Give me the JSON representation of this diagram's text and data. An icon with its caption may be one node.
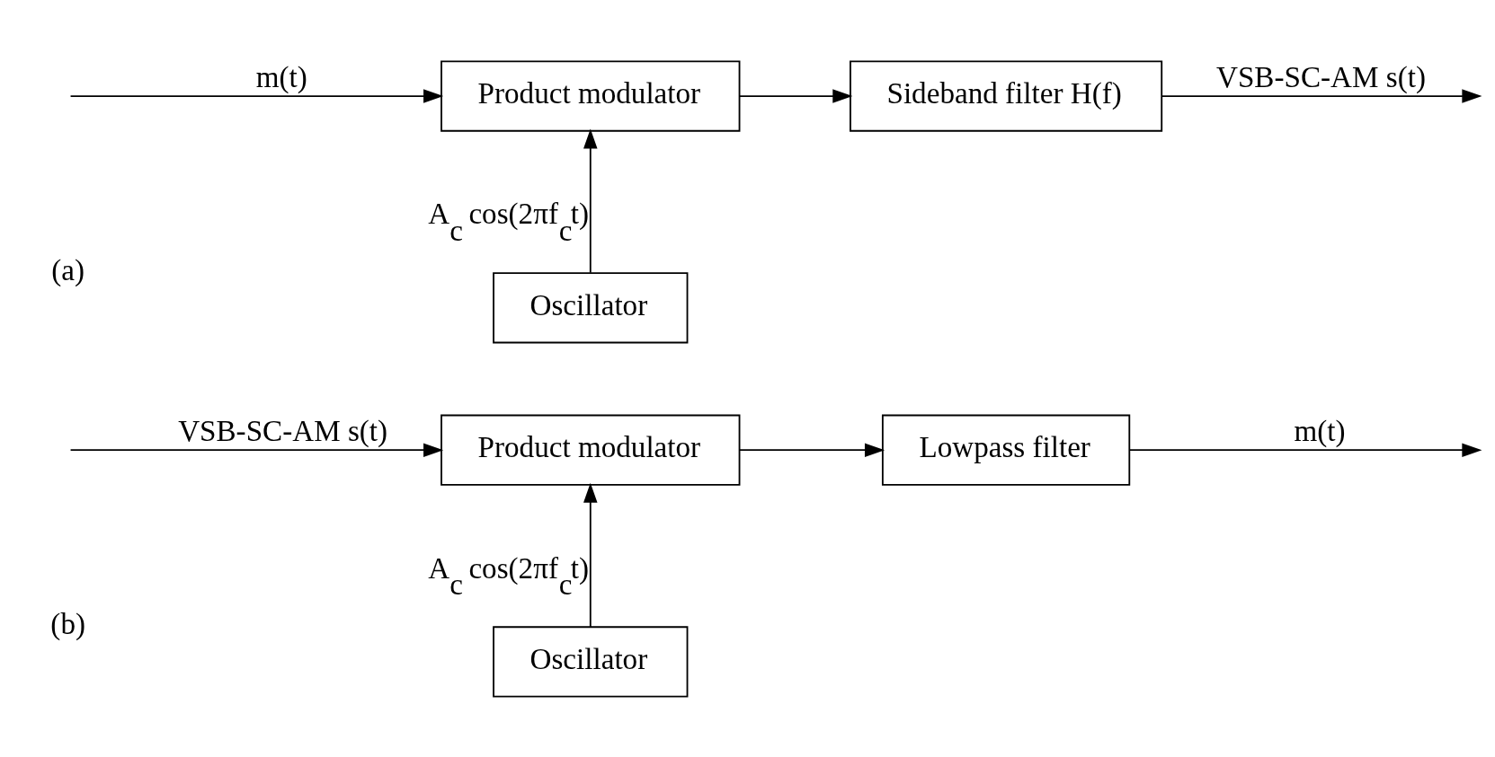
{
  "diagram": {
    "nodes": [
      {
        "text": [
          "Product modulator"
        ]
      },
      {
        "text": [
          "Sideband filter H(f)"
        ]
      },
      {
        "text": [
          "Oscillator"
        ]
      },
      {
        "text": [
          "Product modulator"
        ]
      },
      {
        "text": [
          "Lowpass filter"
        ]
      },
      {
        "text": [
          "Oscillator"
        ]
      }
    ],
    "edges": [
      {
        "from": null,
        "to": 0,
        "arrow": "to",
        "label": "m(t)"
      },
      {
        "from": 0,
        "to": 1,
        "arrow": "to"
      },
      {
        "from": 1,
        "to": null,
        "arrow": "to",
        "label": "VSB-SC-AM s(t)"
      },
      {
        "from": 2,
        "to": 0,
        "arrow": "to",
        "label": "A$_{c}$ cos(2πf$_{c}$t)"
      },
      {
        "from": null,
        "to": 3,
        "arrow": "to",
        "label": "VSB-SC-AM s(t)"
      },
      {
        "from": 3,
        "to": 4,
        "arrow": "to"
      },
      {
        "from": 4,
        "to": null,
        "arrow": "to",
        "label": "m(t)"
      },
      {
        "from": 5,
        "to": 3,
        "arrow": "to",
        "label": "A$_{c}$ cos(2πf$_{c}$t)"
      }
    ],
    "labels": [
      "(a)",
      "(b)"
    ]
  }
}
